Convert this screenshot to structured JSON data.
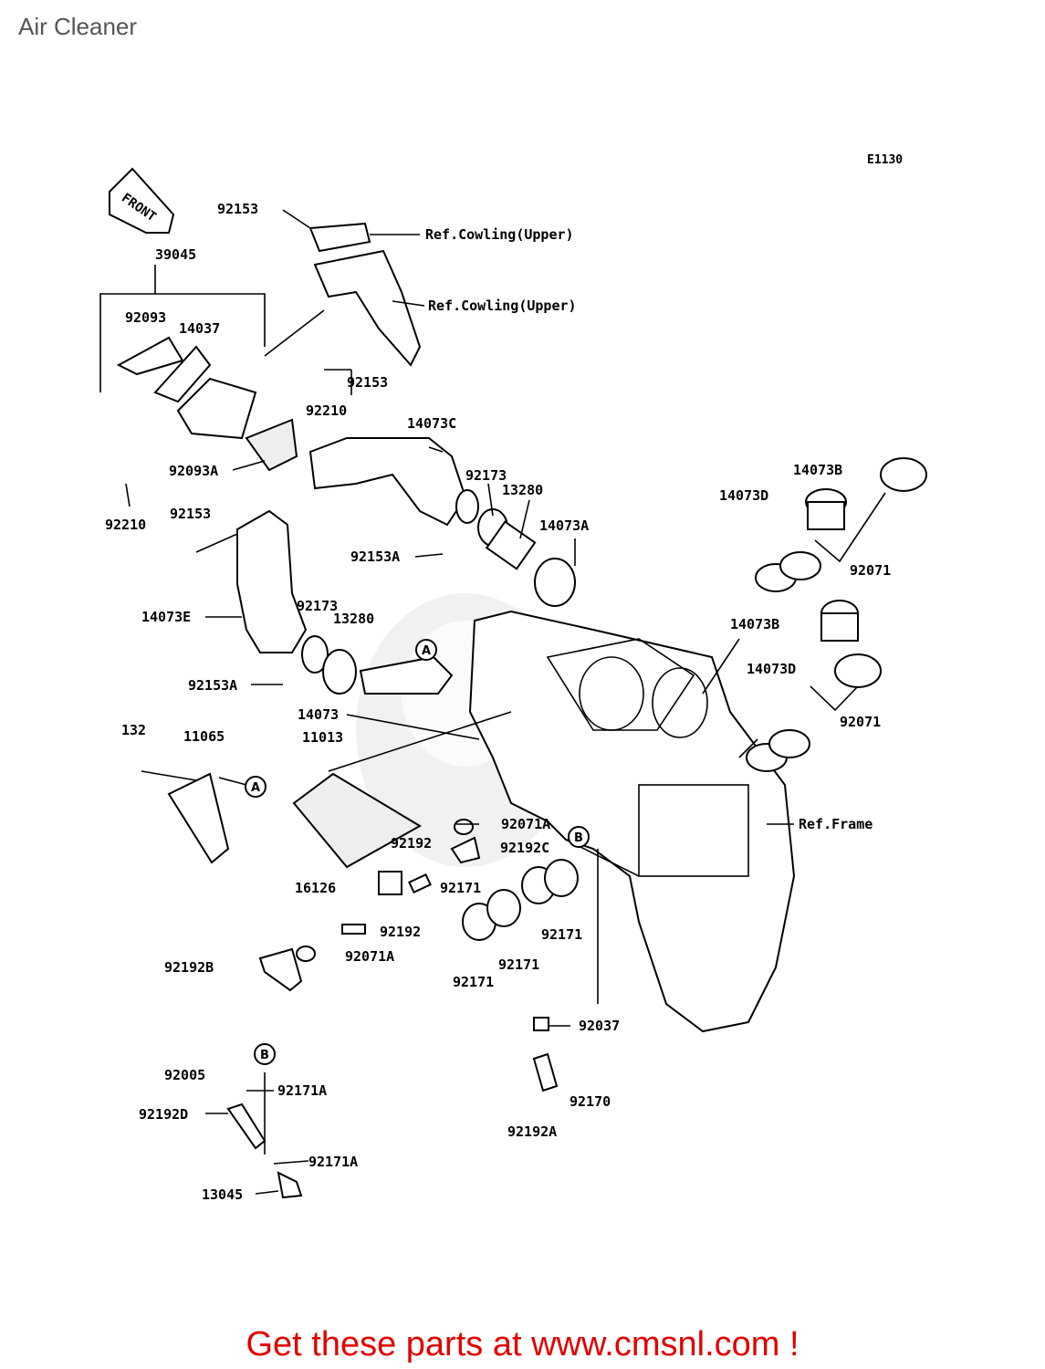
{
  "page": {
    "title": "Air Cleaner",
    "diagram_code": "E1130",
    "cta": "Get these parts at www.cmsnl.com !"
  },
  "front_arrow": {
    "text": "FRONT"
  },
  "callouts": [
    {
      "id": "A",
      "text": "A"
    },
    {
      "id": "A2",
      "text": "A"
    },
    {
      "id": "B",
      "text": "B"
    },
    {
      "id": "B2",
      "text": "B"
    }
  ],
  "labels": [
    {
      "id": "p92153-top",
      "text": "92153"
    },
    {
      "id": "ref-cowling-upper-1",
      "text": "Ref.Cowling(Upper)"
    },
    {
      "id": "ref-cowling-upper-2",
      "text": "Ref.Cowling(Upper)"
    },
    {
      "id": "p39045",
      "text": "39045"
    },
    {
      "id": "p92093",
      "text": "92093"
    },
    {
      "id": "p14037",
      "text": "14037"
    },
    {
      "id": "p92153-b",
      "text": "92153"
    },
    {
      "id": "p92210-a",
      "text": "92210"
    },
    {
      "id": "p14073C",
      "text": "14073C"
    },
    {
      "id": "p92093A",
      "text": "92093A"
    },
    {
      "id": "p92173-a",
      "text": "92173"
    },
    {
      "id": "p13280-a",
      "text": "13280"
    },
    {
      "id": "p14073B-a",
      "text": "14073B"
    },
    {
      "id": "p14073D-a",
      "text": "14073D"
    },
    {
      "id": "p92210-b",
      "text": "92210"
    },
    {
      "id": "p92153-c",
      "text": "92153"
    },
    {
      "id": "p14073A",
      "text": "14073A"
    },
    {
      "id": "p92153A-a",
      "text": "92153A"
    },
    {
      "id": "p92071-a",
      "text": "92071"
    },
    {
      "id": "p92173-b",
      "text": "92173"
    },
    {
      "id": "p13280-b",
      "text": "13280"
    },
    {
      "id": "p14073E",
      "text": "14073E"
    },
    {
      "id": "p14073B-b",
      "text": "14073B"
    },
    {
      "id": "p14073D-b",
      "text": "14073D"
    },
    {
      "id": "p92153A-b",
      "text": "92153A"
    },
    {
      "id": "p14073",
      "text": "14073"
    },
    {
      "id": "p92071-b",
      "text": "92071"
    },
    {
      "id": "p132",
      "text": "132"
    },
    {
      "id": "p11065",
      "text": "11065"
    },
    {
      "id": "p11013",
      "text": "11013"
    },
    {
      "id": "p92071A-a",
      "text": "92071A"
    },
    {
      "id": "ref-frame",
      "text": "Ref.Frame"
    },
    {
      "id": "p92192-a",
      "text": "92192"
    },
    {
      "id": "p92192C",
      "text": "92192C"
    },
    {
      "id": "p16126",
      "text": "16126"
    },
    {
      "id": "p92171-a",
      "text": "92171"
    },
    {
      "id": "p92192-b",
      "text": "92192"
    },
    {
      "id": "p92171-b",
      "text": "92171"
    },
    {
      "id": "p92192B",
      "text": "92192B"
    },
    {
      "id": "p92071A-b",
      "text": "92071A"
    },
    {
      "id": "p92171-c",
      "text": "92171"
    },
    {
      "id": "p92171-d",
      "text": "92171"
    },
    {
      "id": "p92037",
      "text": "92037"
    },
    {
      "id": "p92005",
      "text": "92005"
    },
    {
      "id": "p92171A-a",
      "text": "92171A"
    },
    {
      "id": "p92170",
      "text": "92170"
    },
    {
      "id": "p92192D",
      "text": "92192D"
    },
    {
      "id": "p92192A",
      "text": "92192A"
    },
    {
      "id": "p92171A-b",
      "text": "92171A"
    },
    {
      "id": "p13045",
      "text": "13045"
    }
  ]
}
